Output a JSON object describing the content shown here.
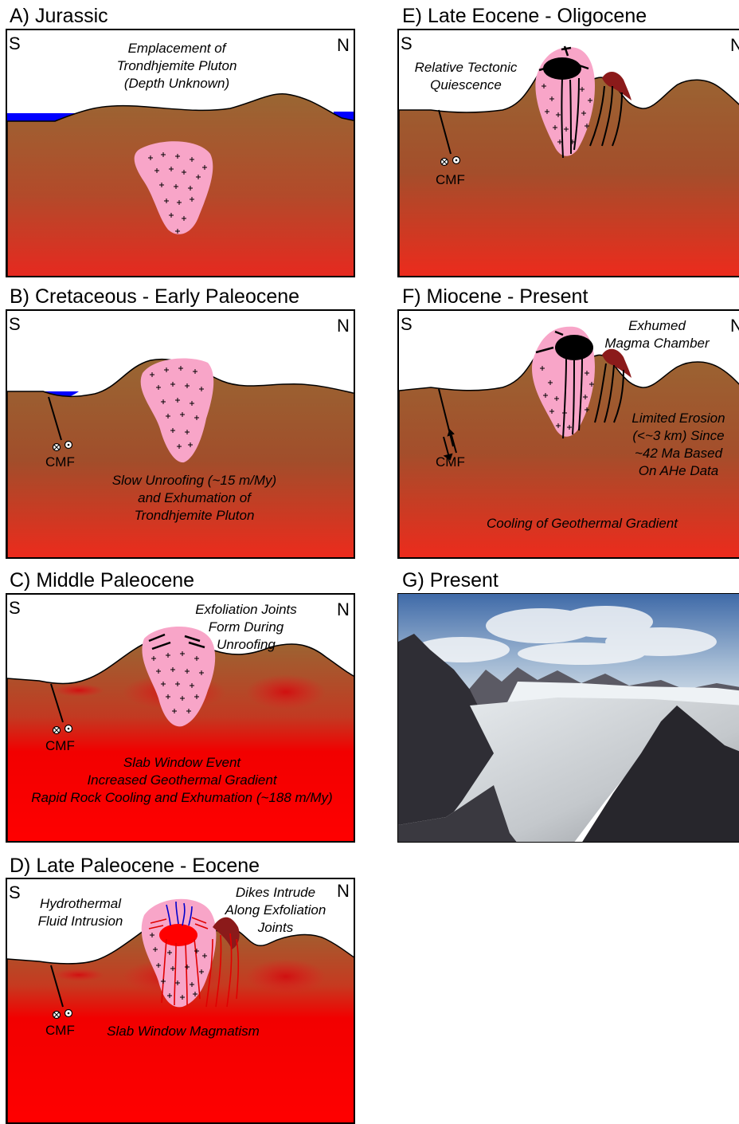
{
  "colors": {
    "crust_top": "#996633",
    "crust_bottom": "#e8281f",
    "hot_red": "#ff0000",
    "pluton_pink": "#f8a5c8",
    "water_blue": "#0000ff",
    "magma_chamber_black": "#000000"
  },
  "panels": [
    {
      "id": "A",
      "title": "A) Jurassic",
      "left_label": "S",
      "right_label": "N",
      "annotations": [
        {
          "name": "emplacement-note",
          "lines": [
            "Emplacement of",
            "Trondhjemite Pluton",
            "(Depth Unknown)"
          ]
        }
      ]
    },
    {
      "id": "B",
      "title": "B) Cretaceous - Early Paleocene",
      "left_label": "S",
      "right_label": "N",
      "fault_label": "CMF",
      "annotations": [
        {
          "name": "unroofing-note",
          "lines": [
            "Slow Unroofing (~15 m/My)",
            "and Exhumation of",
            "Trondhjemite Pluton"
          ]
        }
      ]
    },
    {
      "id": "C",
      "title": "C) Middle Paleocene",
      "left_label": "S",
      "right_label": "N",
      "fault_label": "CMF",
      "annotations": [
        {
          "name": "joints-note",
          "lines": [
            "Exfoliation Joints",
            "Form During",
            "Unroofing"
          ]
        },
        {
          "name": "slab-window-note",
          "lines": [
            "Slab Window Event",
            "Increased Geothermal Gradient",
            "Rapid Rock Cooling and Exhumation (~188 m/My)"
          ]
        }
      ]
    },
    {
      "id": "D",
      "title": "D) Late Paleocene - Eocene",
      "left_label": "S",
      "right_label": "N",
      "fault_label": "CMF",
      "annotations": [
        {
          "name": "hydrothermal-note",
          "lines": [
            "Hydrothermal",
            "Fluid Intrusion"
          ]
        },
        {
          "name": "dikes-note",
          "lines": [
            "Dikes Intrude",
            "Along Exfoliation",
            "Joints"
          ]
        },
        {
          "name": "magmatism-note",
          "lines": [
            "Slab Window Magmatism"
          ]
        }
      ]
    },
    {
      "id": "E",
      "title": "E) Late Eocene - Oligocene",
      "left_label": "S",
      "right_label": "N",
      "fault_label": "CMF",
      "annotations": [
        {
          "name": "quiescence-note",
          "lines": [
            "Relative Tectonic",
            "Quiescence"
          ]
        }
      ]
    },
    {
      "id": "F",
      "title": "F) Miocene - Present",
      "left_label": "S",
      "right_label": "N",
      "fault_label": "CMF",
      "annotations": [
        {
          "name": "magma-chamber-note",
          "lines": [
            "Exhumed",
            "Magma Chamber"
          ]
        },
        {
          "name": "erosion-note",
          "lines": [
            "Limited Erosion",
            "(<~3 km) Since",
            "~42 Ma Based",
            "On AHe Data"
          ]
        },
        {
          "name": "cooling-note",
          "lines": [
            "Cooling of Geothermal Gradient"
          ]
        }
      ]
    },
    {
      "id": "G",
      "title": "G) Present"
    }
  ]
}
